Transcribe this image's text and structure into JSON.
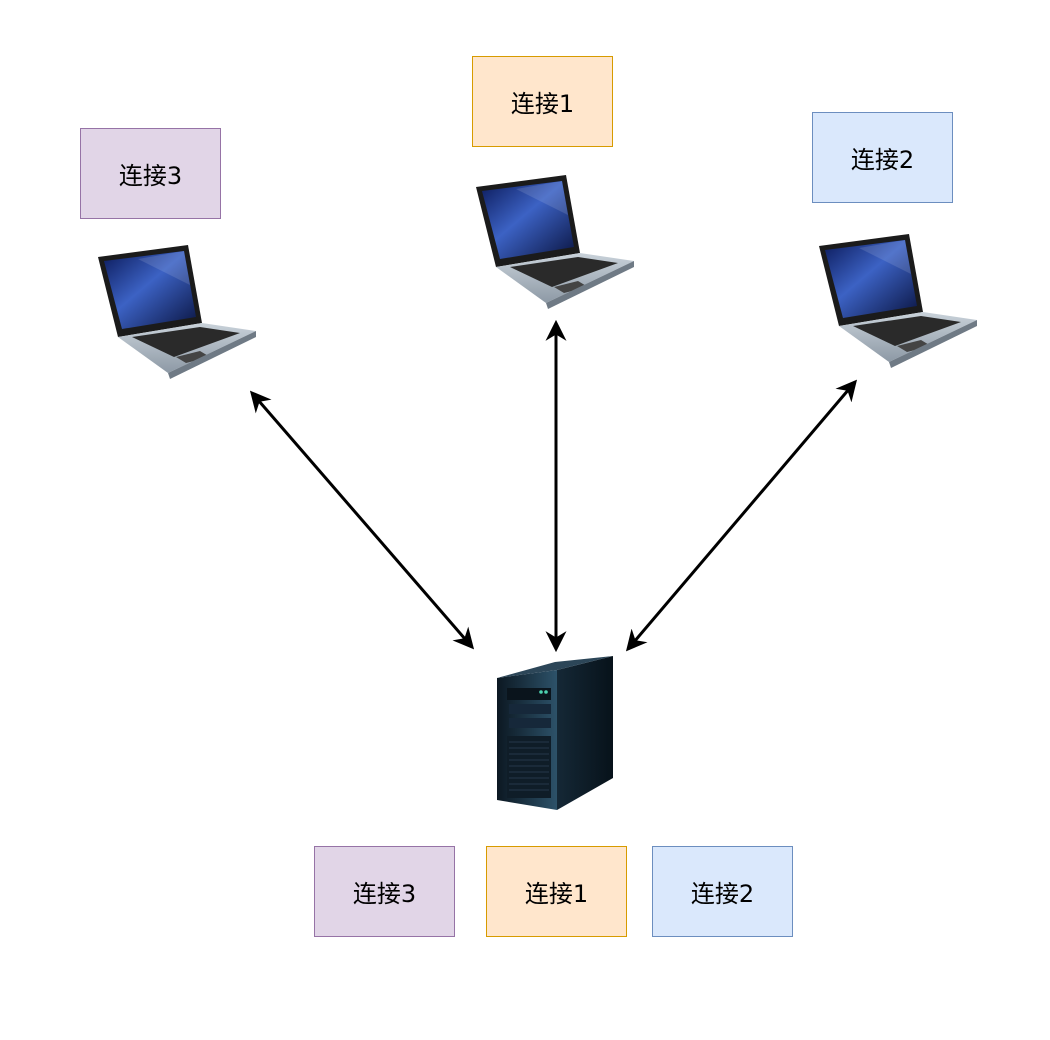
{
  "connections": [
    {
      "id": "conn-1",
      "label": "连接1",
      "fill": "#ffe6cc",
      "stroke": "#d79b00"
    },
    {
      "id": "conn-2",
      "label": "连接2",
      "fill": "#dae8fc",
      "stroke": "#6c8ebf"
    },
    {
      "id": "conn-3",
      "label": "连接3",
      "fill": "#e1d5e7",
      "stroke": "#9673a6"
    }
  ],
  "icons": {
    "client": "laptop-icon",
    "server": "server-tower-icon"
  },
  "edges": [
    {
      "from": "server",
      "to": "client-3",
      "style": "bidirectional-arrow"
    },
    {
      "from": "server",
      "to": "client-1",
      "style": "bidirectional-arrow"
    },
    {
      "from": "server",
      "to": "client-2",
      "style": "bidirectional-arrow"
    }
  ]
}
